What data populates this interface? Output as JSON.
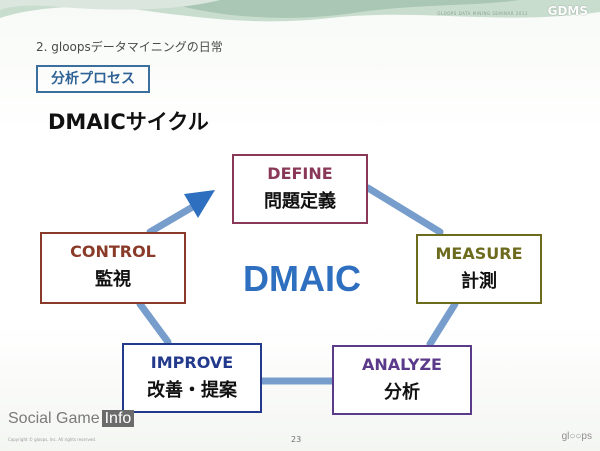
{
  "header": {
    "conference": "GLOOPS DATA MINING SEMINAR 2012",
    "logo": "GDMS"
  },
  "slide": {
    "section_title": "2. gloopsデータマイニングの日常",
    "badge": "分析プロセス",
    "heading": "DMAICサイクル",
    "center_label": "DMAIC"
  },
  "cycle": {
    "nodes": [
      {
        "en": "DEFINE",
        "ja": "問題定義"
      },
      {
        "en": "MEASURE",
        "ja": "計測"
      },
      {
        "en": "ANALYZE",
        "ja": "分析"
      },
      {
        "en": "IMPROVE",
        "ja": "改善・提案"
      },
      {
        "en": "CONTROL",
        "ja": "監視"
      }
    ]
  },
  "footer": {
    "watermark_text": "Social Game",
    "watermark_box": "Info",
    "copyright": "Copyright © gloops, Inc. All rights reserved.",
    "page_number": "23",
    "logo": "gl○○ps"
  },
  "colors": {
    "accent_blue": "#2f6fbf",
    "cycle_line": "#6f98c8",
    "define": "#8a3858",
    "measure": "#6c6b1e",
    "analyze": "#5c3a8a",
    "improve": "#233a8c",
    "control": "#8a3a28"
  }
}
